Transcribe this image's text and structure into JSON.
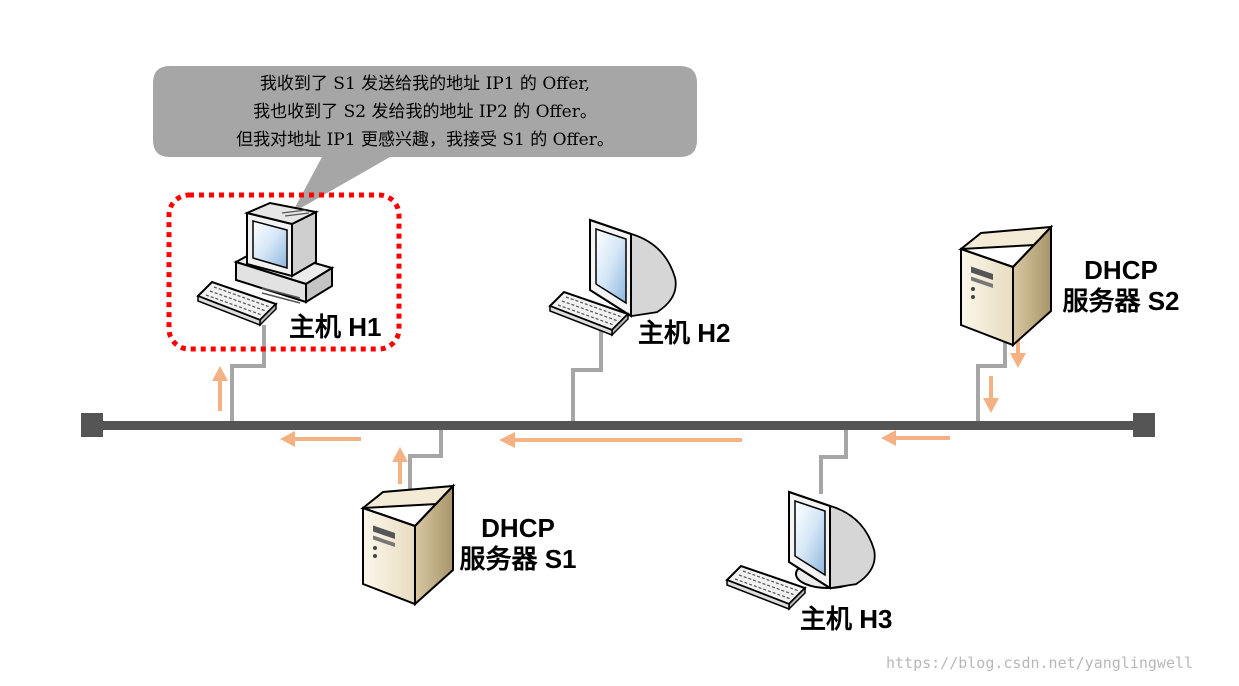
{
  "bubble": {
    "lines": [
      "我收到了 S1 发送给我的地址 IP1 的 Offer,",
      "我也收到了 S2 发给我的地址 IP2 的 Offer。",
      "但我对地址 IP1 更感兴趣，我接受 S1 的 Offer。"
    ],
    "fill": "#a6a6a6"
  },
  "hosts": {
    "h1": "主机 H1",
    "h2": "主机 H2",
    "h3": "主机 H3"
  },
  "servers": {
    "s1": {
      "line1": "DHCP",
      "line2": "服务器 S1"
    },
    "s2": {
      "line1": "DHCP",
      "line2": "服务器 S2"
    }
  },
  "watermark": "https://blog.csdn.net/yanglingwell",
  "colors": {
    "bus": "#555555",
    "drop": "#a6a6a6",
    "arrow": "#f4b183",
    "highlight": "#ff0000"
  }
}
